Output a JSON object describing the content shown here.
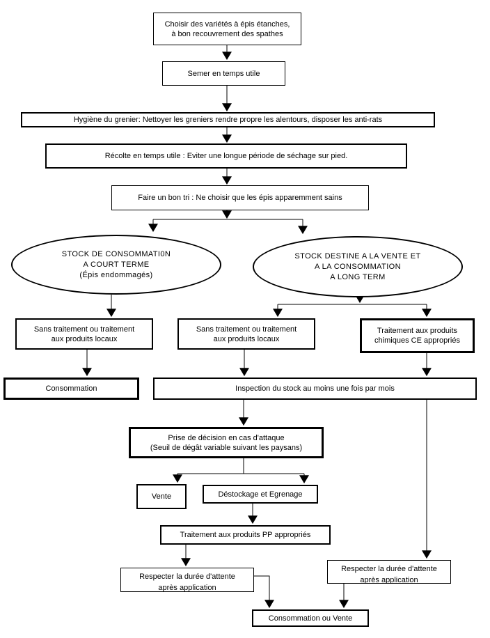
{
  "colors": {
    "background": "#ffffff",
    "line": "#000000",
    "text": "#000000"
  },
  "nodes": {
    "choisir": {
      "text": "Choisir des variétés à épis étanches,\nà bon recouvrement des spathes"
    },
    "semer": {
      "text": "Semer en temps utile"
    },
    "hygiene": {
      "text": "Hygiène du grenier: Nettoyer les greniers rendre propre les alentours, disposer les anti-rats"
    },
    "recolte": {
      "text": "Récolte en temps utile : Eviter une longue période de séchage sur pied."
    },
    "tri": {
      "text": "Faire un bon tri : Ne choisir que les épis apparemment sains"
    },
    "stock_court_terme": {
      "text": "STOCK DE CONSOMMATI0N\nA COURT TERME\n(Épis endommagés)"
    },
    "stock_vente": {
      "text": "STOCK DESTINE A LA VENTE ET\nA LA CONSOMMATION\nA LONG TERM"
    },
    "sans_traitement_gauche": {
      "text": "Sans traitement ou traitement\naux produits locaux"
    },
    "sans_traitement_centre": {
      "text": "Sans traitement ou traitement\naux produits locaux"
    },
    "traitement_chimique": {
      "text": "Traitement aux produits\nchimiques CE appropriés"
    },
    "consommation": {
      "text": "Consommation"
    },
    "inspection": {
      "text": "Inspection du stock au moins une fois par mois"
    },
    "prise_decision": {
      "text": "Prise de décision en cas d'attaque\n(Seuil de dégât variable suivant les paysans)"
    },
    "vente": {
      "text": "Vente"
    },
    "destockage": {
      "text": "Déstockage et Egrenage"
    },
    "traitement_pp": {
      "text": "Traitement aux produits PP appropriés"
    },
    "respecter_gauche": {
      "text": "Respecter la durée d'attente\naprès application"
    },
    "respecter_droite": {
      "text": "Respecter la durée d'attente\naprès application"
    },
    "consommation_vente": {
      "text": "Consommation ou Vente"
    }
  }
}
